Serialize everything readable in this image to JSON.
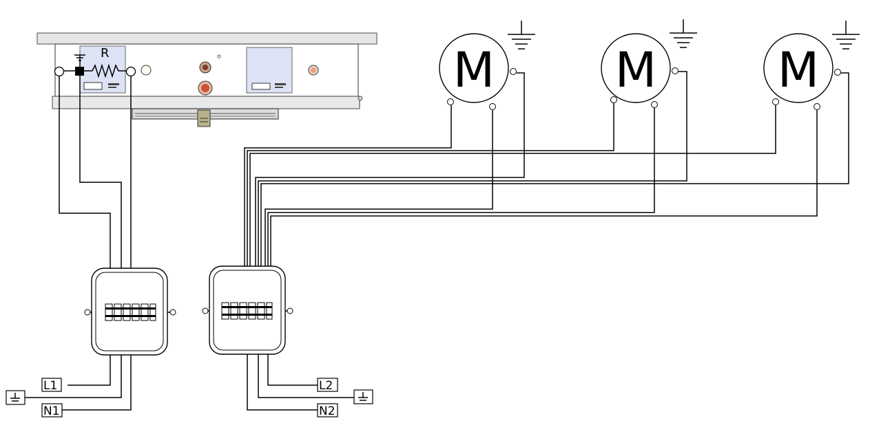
{
  "resistor_label": "R",
  "motors": [
    {
      "symbol": "M"
    },
    {
      "symbol": "M"
    },
    {
      "symbol": "M"
    }
  ],
  "terminals": {
    "left_phase": "L1",
    "left_neutral": "N1",
    "right_phase": "L2",
    "right_neutral": "N2"
  },
  "icons": [
    "ground-icon",
    "resistor-icon",
    "motor-icon",
    "junction-box-icon"
  ]
}
